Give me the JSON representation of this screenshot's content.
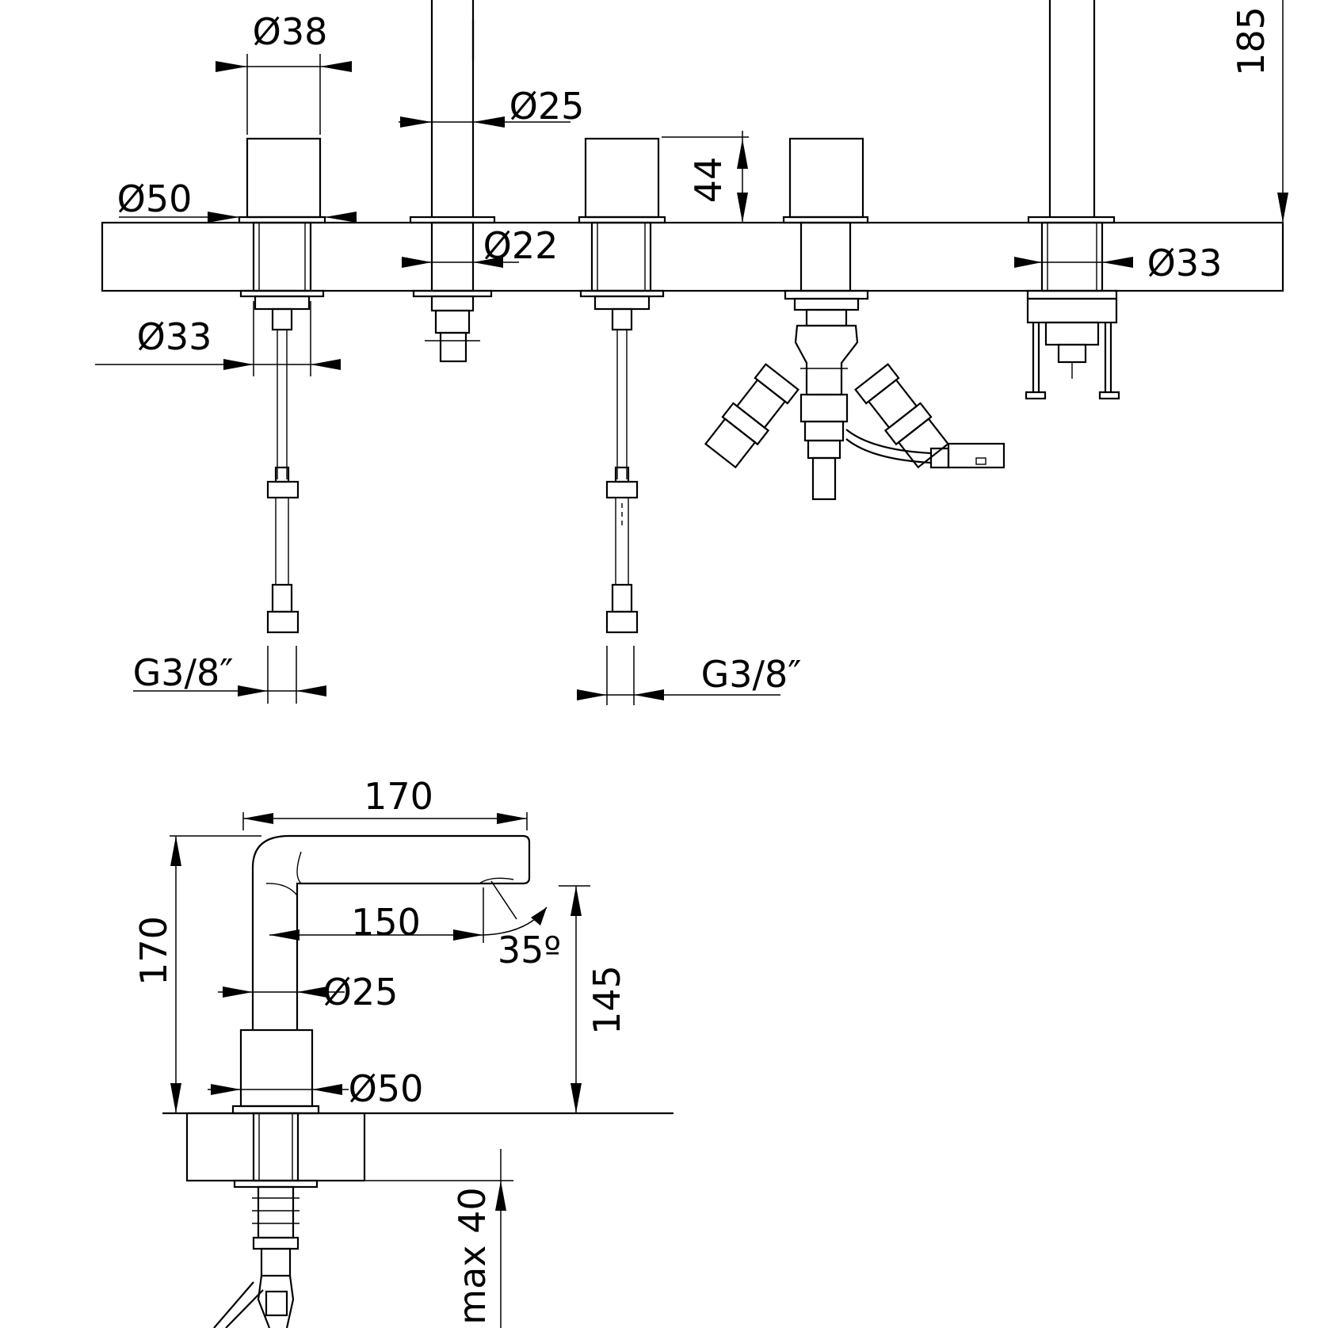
{
  "dims": {
    "d38": "Ø38",
    "d25_top": "Ø25",
    "d50_top": "Ø50",
    "d22": "Ø22",
    "d33_left": "Ø33",
    "d33_right": "Ø33",
    "h44": "44",
    "h185": "185",
    "g38_left": "G3/8″",
    "g38_right": "G3/8″",
    "w170": "170",
    "h170": "170",
    "w150": "150",
    "a35": "35º",
    "d25_side": "Ø25",
    "h145": "145",
    "d50_side": "Ø50",
    "max40": "max 40"
  }
}
